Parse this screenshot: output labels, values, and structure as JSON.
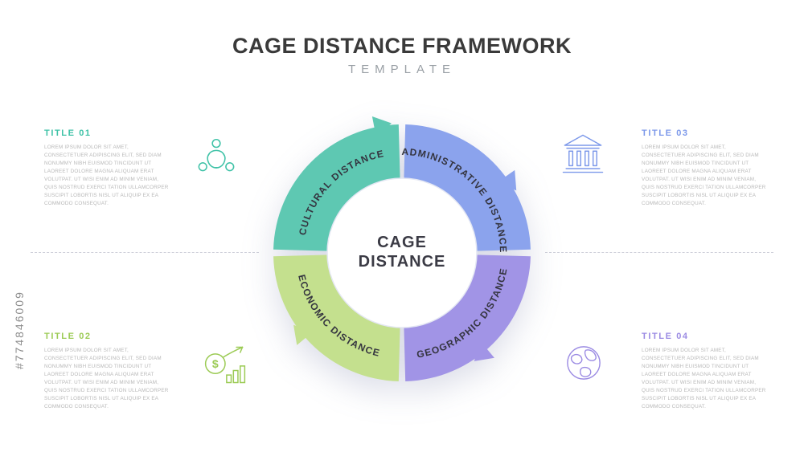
{
  "watermark": "#774846009",
  "header": {
    "title": "CAGE DISTANCE FRAMEWORK",
    "subtitle": "TEMPLATE"
  },
  "center": {
    "line1": "CAGE",
    "line2": "DISTANCE"
  },
  "segments": [
    {
      "id": "cultural",
      "label": "CULTURAL DISTANCE",
      "color": "#5EC8B2"
    },
    {
      "id": "administrative",
      "label": "ADMINISTRATIVE DISTANCE",
      "color": "#8BA3ED"
    },
    {
      "id": "economic",
      "label": "ECONOMIC DISTANCE",
      "color": "#C4E08E"
    },
    {
      "id": "geographic",
      "label": "GEOGRAPHIC DISTANCE",
      "color": "#A194E6"
    }
  ],
  "sections": [
    {
      "title": "TITLE 01",
      "color": "#3FC2A7",
      "icon": "people-network-icon",
      "body": "Lorem ipsum dolor sit amet, consectetuer adipiscing elit, sed diam nonummy nibh euismod tincidunt ut laoreet dolore magna aliquam erat volutpat. Ut wisi enim ad minim veniam, quis nostrud exerci tation ullamcorper suscipit lobortis nisl ut aliquip ex ea commodo consequat."
    },
    {
      "title": "TITLE 02",
      "color": "#9CCB55",
      "icon": "dollar-growth-chart-icon",
      "body": "Lorem ipsum dolor sit amet, consectetuer adipiscing elit, sed diam nonummy nibh euismod tincidunt ut laoreet dolore magna aliquam erat volutpat. Ut wisi enim ad minim veniam, quis nostrud exerci tation ullamcorper suscipit lobortis nisl ut aliquip ex ea commodo consequat."
    },
    {
      "title": "TITLE 03",
      "color": "#7D99EA",
      "icon": "bank-building-icon",
      "body": "Lorem ipsum dolor sit amet, consectetuer adipiscing elit, sed diam nonummy nibh euismod tincidunt ut laoreet dolore magna aliquam erat volutpat. Ut wisi enim ad minim veniam, quis nostrud exerci tation ullamcorper suscipit lobortis nisl ut aliquip ex ea commodo consequat."
    },
    {
      "title": "TITLE 04",
      "color": "#9B8BE3",
      "icon": "globe-icon",
      "body": "Lorem ipsum dolor sit amet, consectetuer adipiscing elit, sed diam nonummy nibh euismod tincidunt ut laoreet dolore magna aliquam erat volutpat. Ut wisi enim ad minim veniam, quis nostrud exerci tation ullamcorper suscipit lobortis nisl ut aliquip ex ea commodo consequat."
    }
  ],
  "icons": {
    "dollar_symbol": "$"
  }
}
